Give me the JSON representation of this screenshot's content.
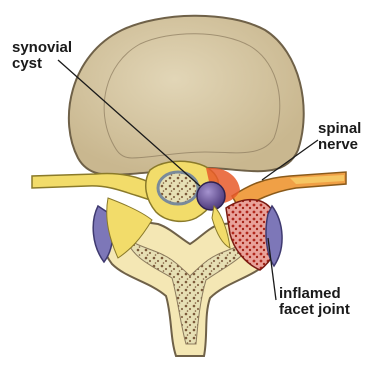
{
  "labels": {
    "synovial_cyst": {
      "line1": "synovial",
      "line2": "cyst"
    },
    "spinal_nerve": {
      "line1": "spinal",
      "line2": "nerve"
    },
    "inflamed_facet_joint": {
      "line1": "inflamed",
      "line2": "facet joint"
    }
  },
  "colors": {
    "vertebral_body": "#d8c9a8",
    "bone_outline": "#6f6148",
    "nerve": "#f2dc6a",
    "nerve_inflamed": "#f0a046",
    "cyst": "#7a63a8",
    "bone_marrow": "#e6dfb4",
    "inflamed_tissue": "#c0392b",
    "cartilage": "#7d77b8"
  }
}
